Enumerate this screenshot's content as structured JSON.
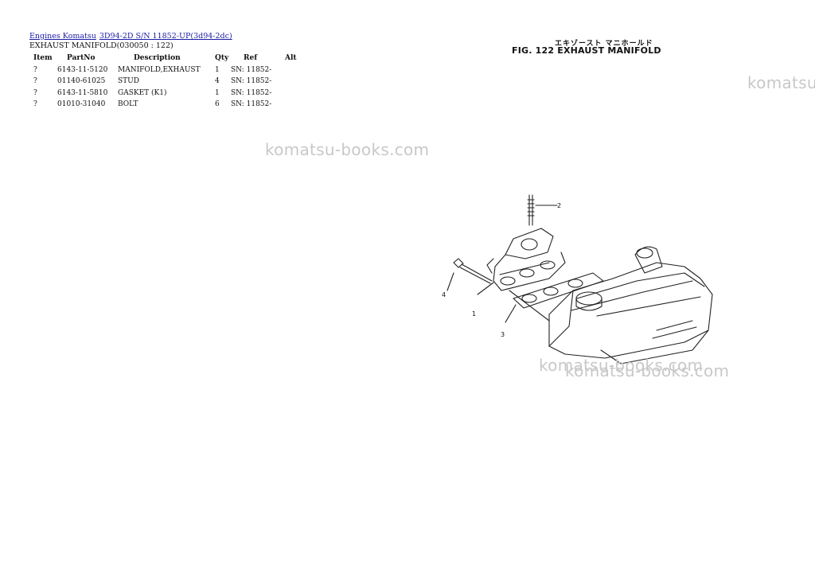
{
  "breadcrumb": {
    "link1": "Engines Komatsu",
    "link2": "3D94-2D S/N 11852-UP(3d94-2dc)"
  },
  "section_title": "EXHAUST MANIFOLD(030050 : 122)",
  "table": {
    "headers": [
      "Item",
      "PartNo",
      "Description",
      "Qty",
      "Ref",
      "Alt"
    ],
    "rows": [
      {
        "item": "?",
        "partno": "6143-11-5120",
        "description": "MANIFOLD,EXHAUST",
        "qty": "1",
        "ref": "SN: 11852-",
        "alt": ""
      },
      {
        "item": "?",
        "partno": "01140-61025",
        "description": "STUD",
        "qty": "4",
        "ref": "SN: 11852-",
        "alt": ""
      },
      {
        "item": "?",
        "partno": "6143-11-5810",
        "description": "GASKET (K1)",
        "qty": "1",
        "ref": "SN: 11852-",
        "alt": ""
      },
      {
        "item": "?",
        "partno": "01010-31040",
        "description": "BOLT",
        "qty": "6",
        "ref": "SN: 11852-",
        "alt": ""
      }
    ]
  },
  "figure": {
    "jp_title": "エキゾースト マニホールド",
    "title": "FIG. 122 EXHAUST MANIFOLD",
    "callouts": [
      "2",
      "4",
      "1",
      "3"
    ]
  },
  "watermarks": [
    "komatsu-books.com",
    "komatsu",
    "komatsu-books.com",
    "komatsu-books.com"
  ]
}
